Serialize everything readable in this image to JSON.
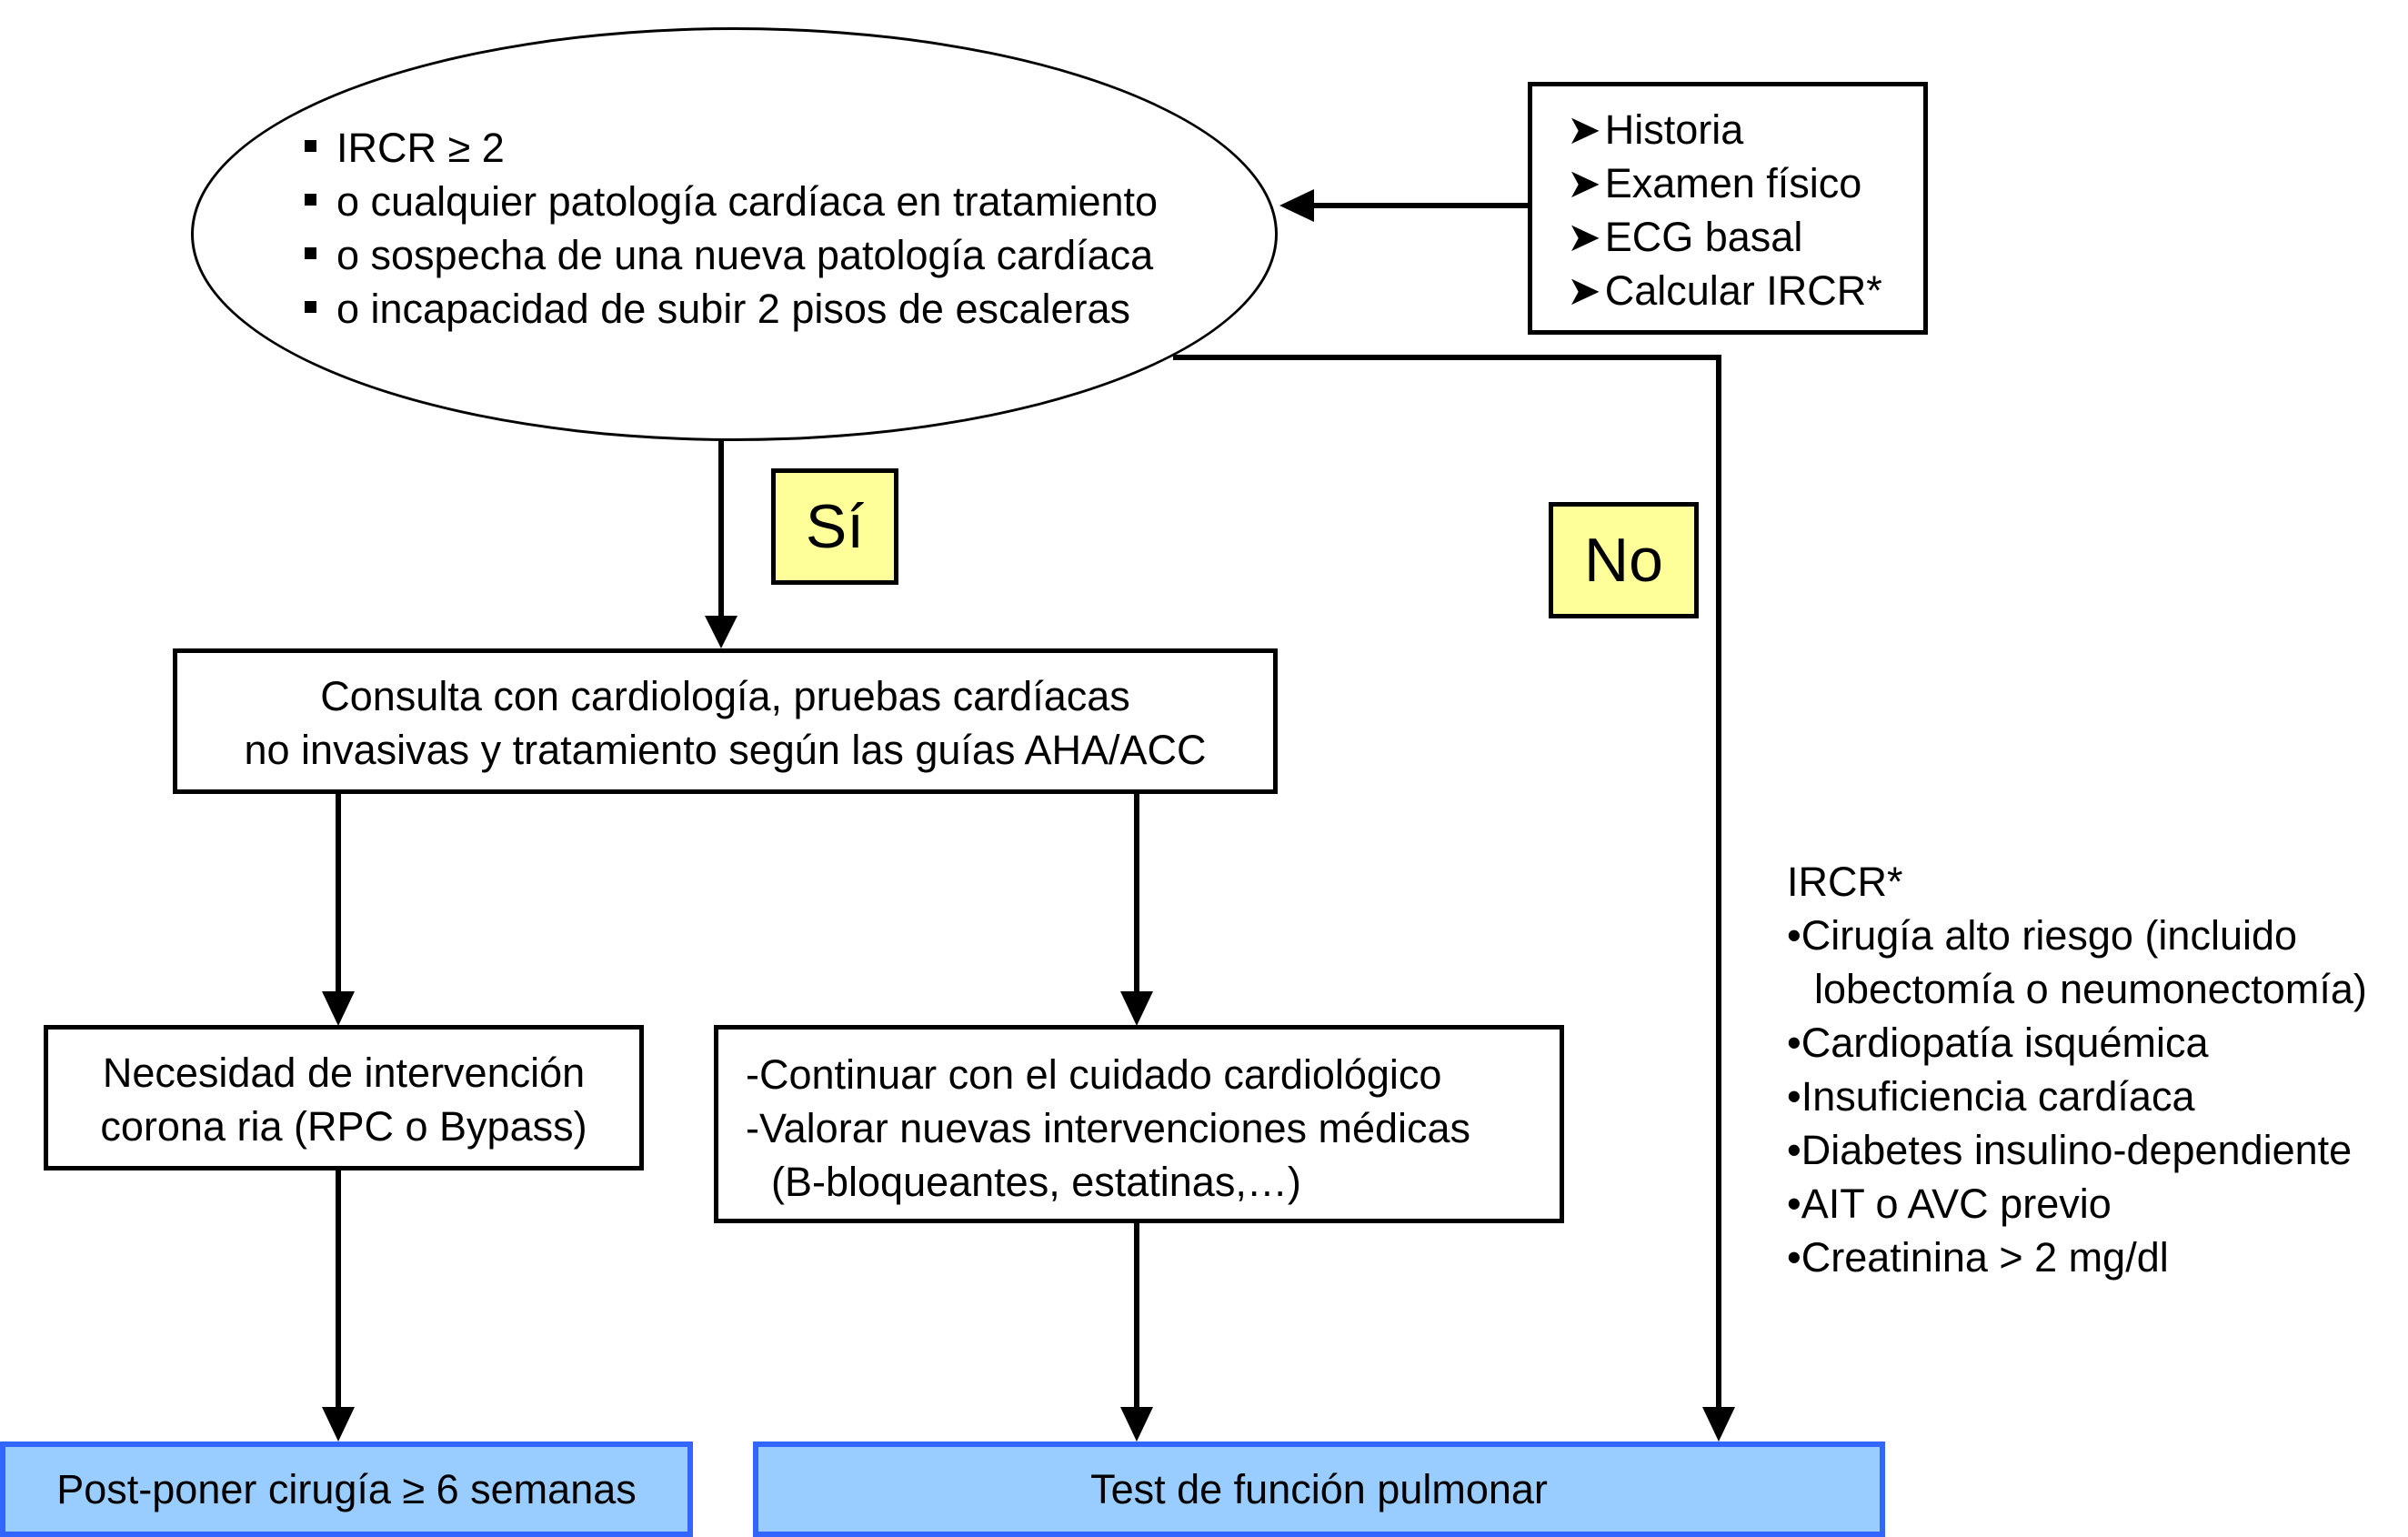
{
  "criteria": {
    "items": [
      "IRCR ≥ 2",
      "o cualquier patología cardíaca en tratamiento",
      "o sospecha de una nueva patología cardíaca",
      "o incapacidad de subir 2 pisos de escaleras"
    ]
  },
  "assessment": {
    "items": [
      "Historia",
      "Examen físico",
      "ECG basal",
      "Calcular IRCR*"
    ]
  },
  "yes_label": "Sí",
  "no_label": "No",
  "consult": {
    "line1": "Consulta con cardiología, pruebas cardíacas",
    "line2": "no invasivas y tratamiento según las guías AHA/ACC"
  },
  "intervention": {
    "line1": "Necesidad de intervención",
    "line2": "corona ria (RPC o Bypass)"
  },
  "continue_care": {
    "line1": "-Continuar con el cuidado cardiológico",
    "line2": "-Valorar nuevas intervenciones médicas",
    "line3": "(B-bloqueantes, estatinas,…)"
  },
  "postpone": "Post-poner cirugía ≥ 6 semanas",
  "pulmonary_test": "Test de función pulmonar",
  "ircr_legend": {
    "title": "IRCR*",
    "lines": [
      "•Cirugía alto riesgo (incluido",
      "lobectomía o neumonectomía)",
      "•Cardiopatía isquémica",
      "•Insuficiencia cardíaca",
      "•Diabetes insulino-dependiente",
      "•AIT o AVC previo",
      "•Creatinina > 2 mg/dl"
    ]
  }
}
